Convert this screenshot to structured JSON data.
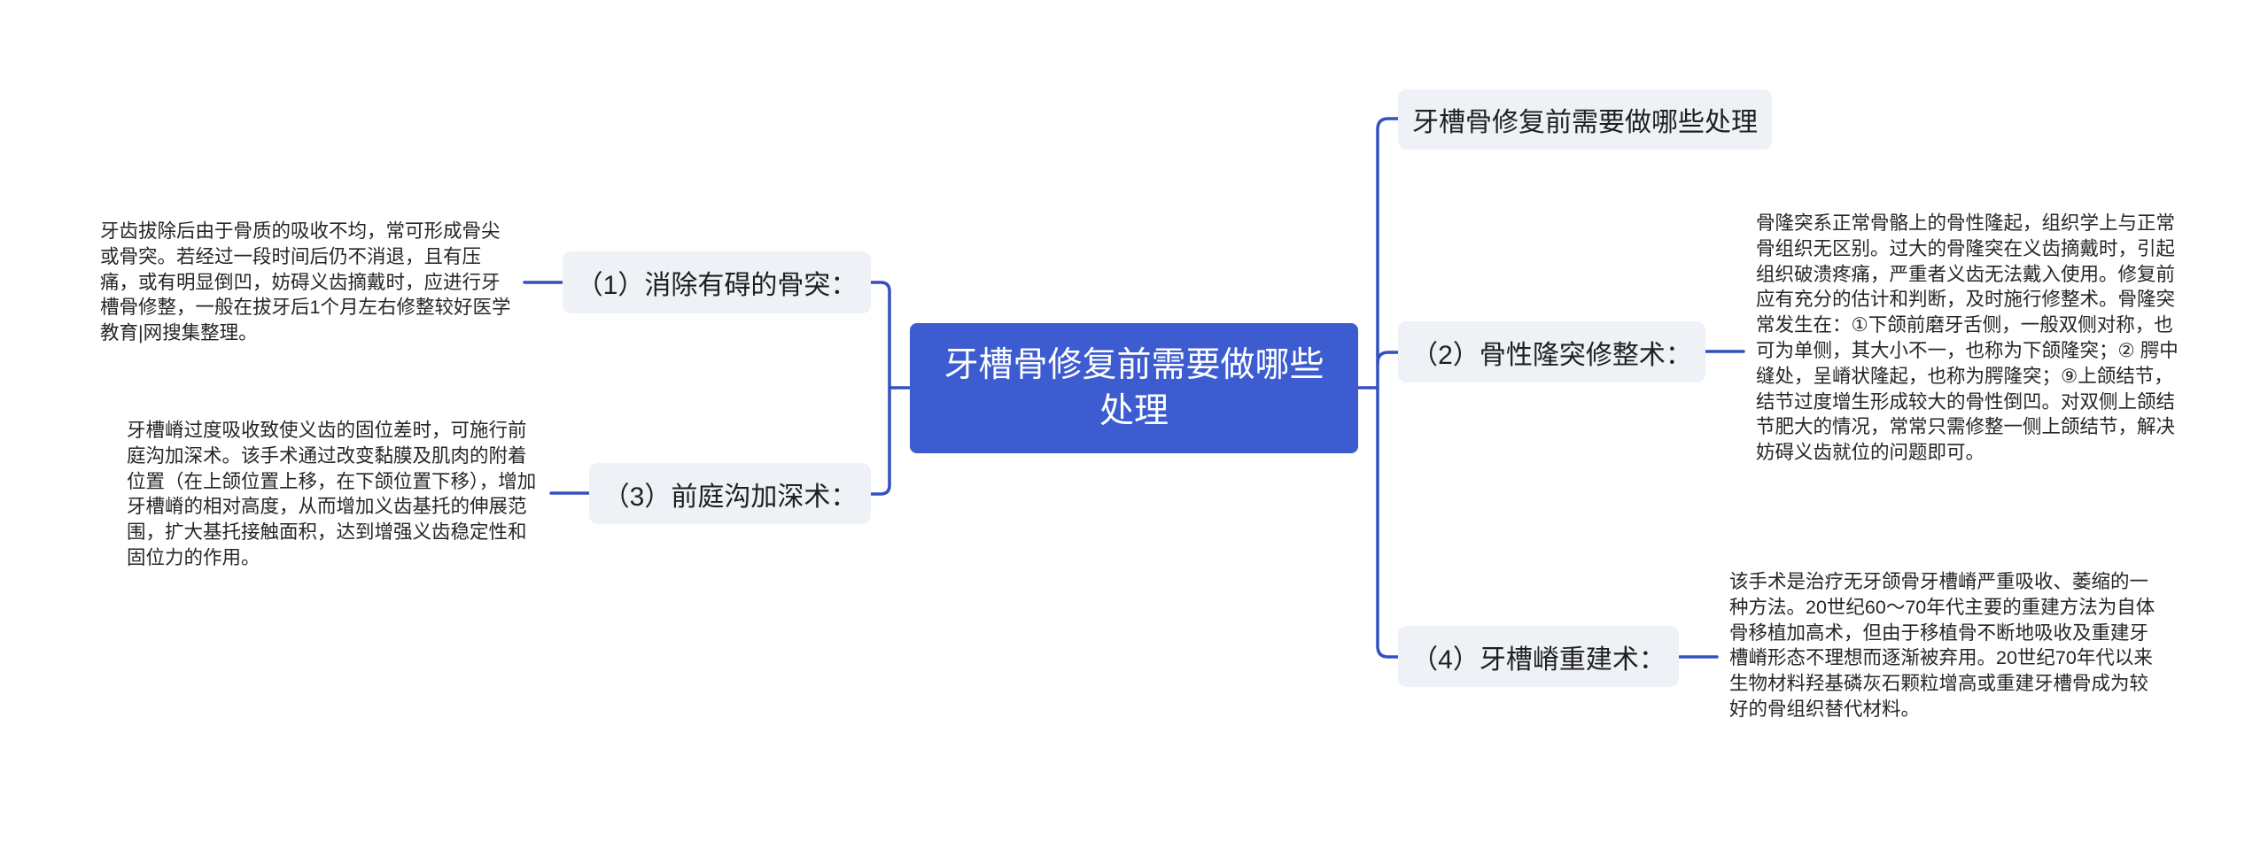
{
  "colors": {
    "root_bg": "#3d5ccf",
    "root_text": "#ffffff",
    "node_bg": "#eef1f5",
    "connector": "#3450c0",
    "text": "#222222"
  },
  "mindmap": {
    "root": {
      "label": "牙槽骨修复前需要做哪些处理"
    },
    "branches": [
      {
        "id": "top",
        "label": "牙槽骨修复前需要做哪些处理",
        "detail": ""
      },
      {
        "id": "b1",
        "label": "（1）消除有碍的骨突：",
        "detail": "牙齿拔除后由于骨质的吸收不均，常可形成骨尖或骨突。若经过一段时间后仍不消退，且有压痛，或有明显倒凹，妨碍义齿摘戴时，应进行牙槽骨修整，一般在拔牙后1个月左右修整较好医学教育|网搜集整理。"
      },
      {
        "id": "b2",
        "label": "（2）骨性隆突修整术：",
        "detail": "骨隆突系正常骨骼上的骨性隆起，组织学上与正常骨组织无区别。过大的骨隆突在义齿摘戴时，引起组织破溃疼痛，严重者义齿无法戴入使用。修复前应有充分的估计和判断，及时施行修整术。骨隆突常发生在：①下颌前磨牙舌侧，一般双侧对称，也可为单侧，其大小不一，也称为下颌隆突；② 腭中缝处，呈嵴状隆起，也称为腭隆突；⑨上颌结节，结节过度增生形成较大的骨性倒凹。对双侧上颌结节肥大的情况，常常只需修整一侧上颌结节，解决妨碍义齿就位的问题即可。"
      },
      {
        "id": "b3",
        "label": "（3）前庭沟加深术：",
        "detail": "牙槽嵴过度吸收致使义齿的固位差时，可施行前庭沟加深术。该手术通过改变黏膜及肌肉的附着位置（在上颌位置上移，在下颌位置下移），增加牙槽嵴的相对高度，从而增加义齿基托的伸展范围，扩大基托接触面积，达到增强义齿稳定性和固位力的作用。"
      },
      {
        "id": "b4",
        "label": "（4）牙槽嵴重建术：",
        "detail": "该手术是治疗无牙颌骨牙槽嵴严重吸收、萎缩的一种方法。20世纪60～70年代主要的重建方法为自体骨移植加高术，但由于移植骨不断地吸收及重建牙槽嵴形态不理想而逐渐被弃用。20世纪70年代以来生物材料羟基磷灰石颗粒增高或重建牙槽骨成为较好的骨组织替代材料。"
      }
    ]
  }
}
